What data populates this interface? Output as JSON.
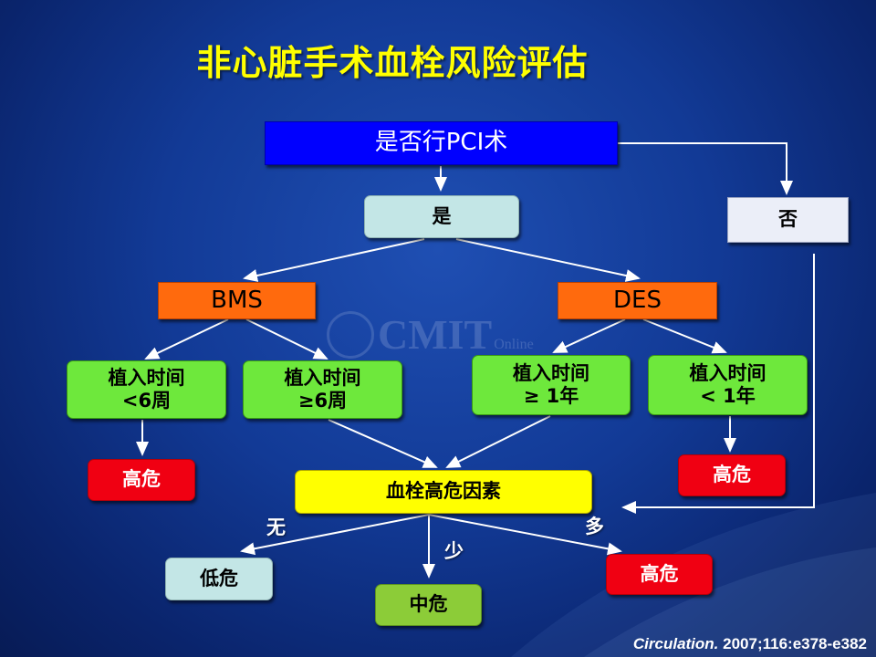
{
  "title": "非心脏手术血栓风险评估",
  "question": "是否行PCI术",
  "yes": "是",
  "no": "否",
  "bms": "BMS",
  "des": "DES",
  "time_lines": {
    "bms_lt6": [
      "植入时间",
      "<6周"
    ],
    "bms_ge6": [
      "植入时间",
      "≥6周"
    ],
    "des_ge1": [
      "植入时间",
      "≥ 1年"
    ],
    "des_lt1": [
      "植入时间",
      "< 1年"
    ]
  },
  "high_risk": "高危",
  "thrombo_factors": "血栓高危因素",
  "edge_none": "无",
  "edge_few": "少",
  "edge_many": "多",
  "low_risk": "低危",
  "mid_risk": "中危",
  "watermark": {
    "main": "CMIT",
    "sub": "Online"
  },
  "citation": {
    "journal": "Circulation.",
    "ref": " 2007;116:e378-e382"
  },
  "colors": {
    "background": "#123a96",
    "title": "#ffff00",
    "question_box": "#0000ff",
    "green_box": "#6ee83c",
    "red_box": "#f00012",
    "orange_box": "#ff6a0d",
    "yellow_box": "#ffff00"
  }
}
